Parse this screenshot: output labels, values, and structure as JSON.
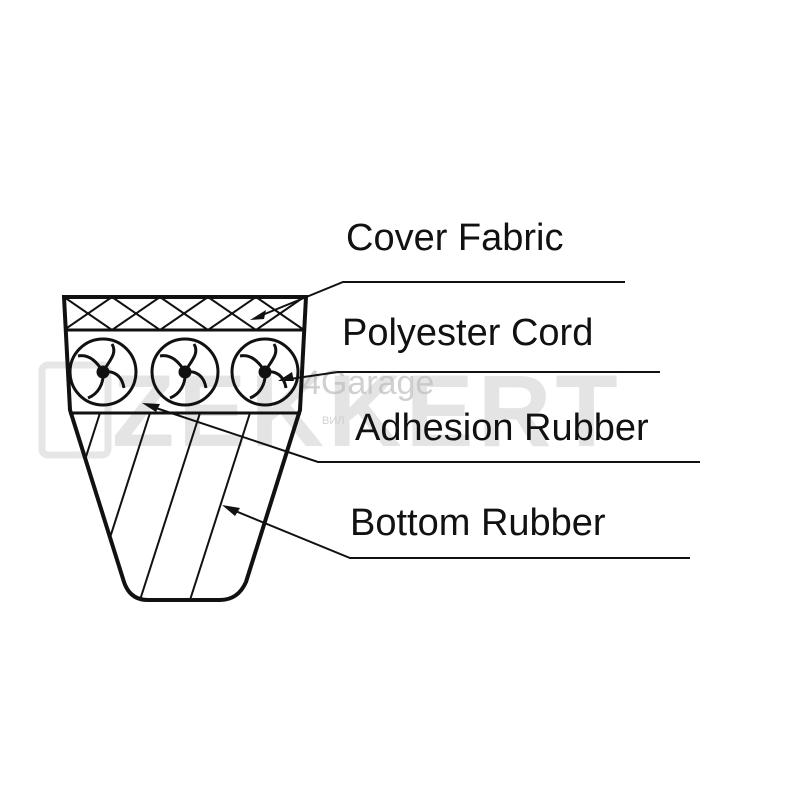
{
  "diagram": {
    "labels": {
      "cover_fabric": "Cover Fabric",
      "polyester_cord": "Polyester Cord",
      "adhesion_rubber": "Adhesion Rubber",
      "bottom_rubber": "Bottom Rubber"
    }
  },
  "watermark": {
    "brand": "ZEKKERT",
    "site": "4Garage",
    "small_text": "ВИЛ"
  },
  "colors": {
    "ink": "#111111",
    "watermark": "#cfcfcf",
    "background": "#ffffff"
  }
}
